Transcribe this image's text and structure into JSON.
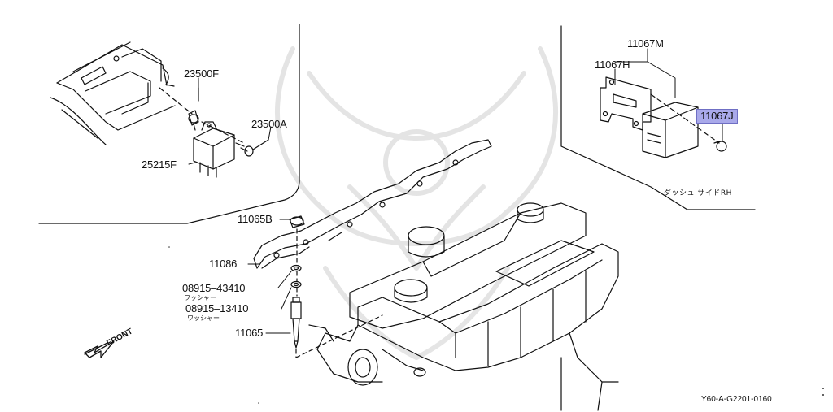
{
  "parts": {
    "p23500F": "23500F",
    "p23500A": "23500A",
    "p25215F": "25215F",
    "p11067M": "11067M",
    "p11067H": "11067H",
    "p11067J": "11067J",
    "p11065B": "11065B",
    "p11086": "11086",
    "p08915_43410": "08915–43410",
    "p08915_13410": "08915–13410",
    "p11065": "11065"
  },
  "washer_note_1": "ワッシャー",
  "washer_note_2": "ワッシャー",
  "inset_note": "ダッシュ サイドRH",
  "front_label": "FRONT",
  "diagram_code": "Y60-A-G2201-0160",
  "highlight_color": "#a9a9ea"
}
